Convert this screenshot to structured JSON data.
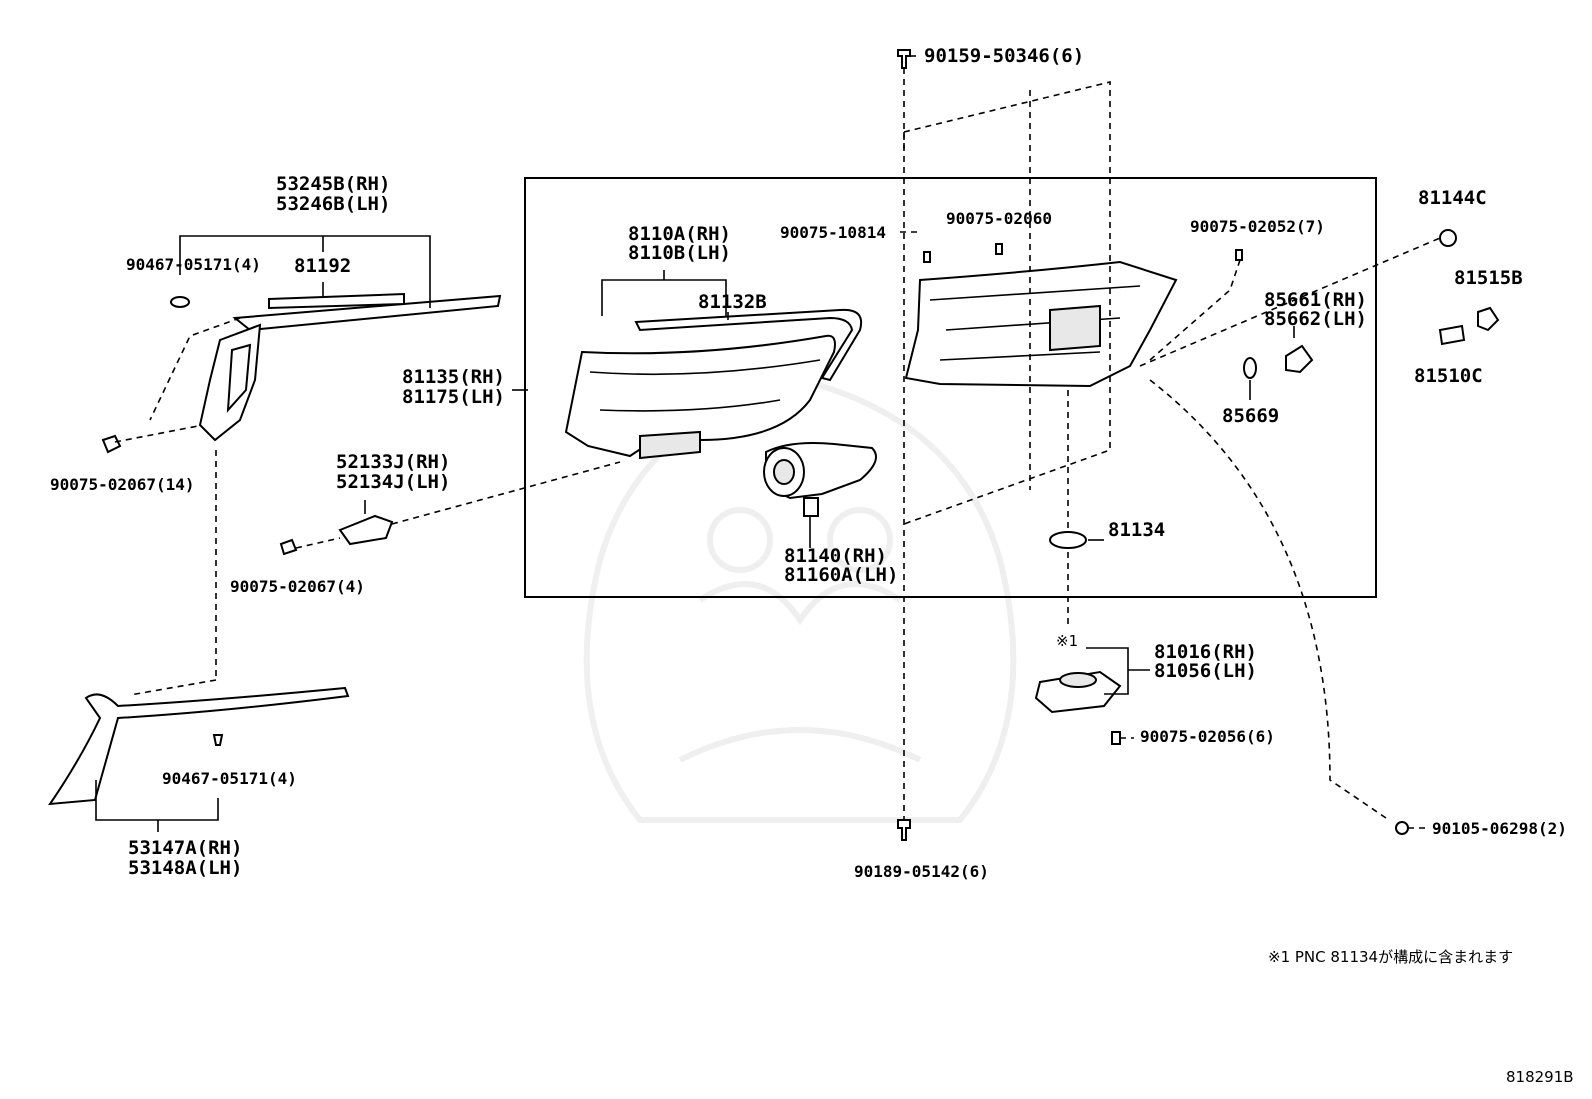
{
  "parts": {
    "p90159": "90159-50346(6)",
    "p53245b": "53245B(RH)",
    "p53246b": "53246B(LH)",
    "p90467_top": "90467-05171(4)",
    "p81192": "81192",
    "p8110a": "8110A(RH)",
    "p8110b": "8110B(LH)",
    "p81132b": "81132B",
    "p90075_10814": "90075-10814",
    "p90075_02060": "90075-02060",
    "p90075_02052": "90075-02052(7)",
    "p81144c": "81144C",
    "p81515b": "81515B",
    "p85661": "85661(RH)",
    "p85662": "85662(LH)",
    "p81510c": "81510C",
    "p85669": "85669",
    "p81135": "81135(RH)",
    "p81175": "81175(LH)",
    "p90075_02067_14": "90075-02067(14)",
    "p52133j": "52133J(RH)",
    "p52134j": "52134J(LH)",
    "p90075_02067_4": "90075-02067(4)",
    "p81140": "81140(RH)",
    "p81160a": "81160A(LH)",
    "p81134": "81134",
    "p81016": "81016(RH)",
    "p81056": "81056(LH)",
    "p90075_02056": "90075-02056(6)",
    "p90467_bottom": "90467-05171(4)",
    "p53147a": "53147A(RH)",
    "p53148a": "53148A(LH)",
    "p90189": "90189-05142(6)",
    "p90105": "90105-06298(2)"
  },
  "note_marker": "※1",
  "footnote": "※1 PNC 81134が構成に含まれます",
  "diagram_code": "818291B"
}
